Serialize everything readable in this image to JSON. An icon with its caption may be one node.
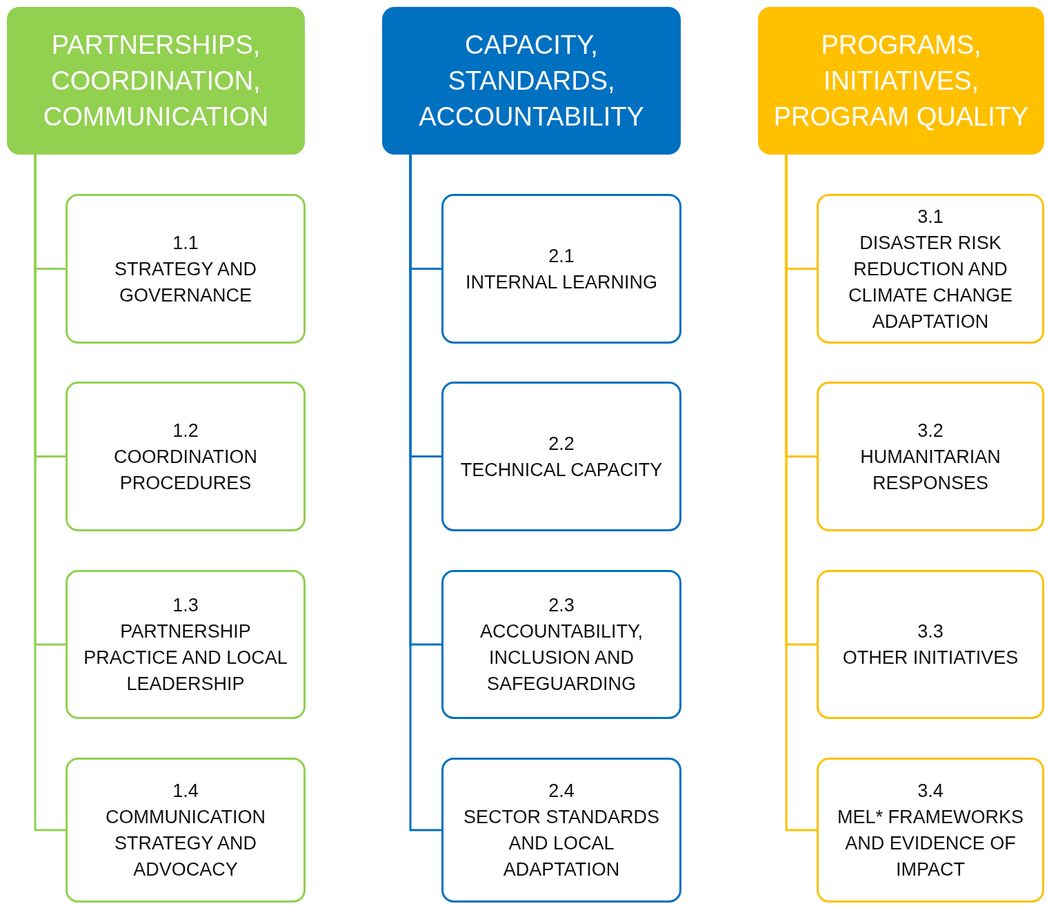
{
  "diagram": {
    "nodes": [
      {
        "text": [
          "PARTNERSHIPS, COORDINATION, COMMUNICATION"
        ]
      },
      {
        "text": [
          "1.1",
          "STRATEGY AND GOVERNANCE"
        ]
      },
      {
        "text": [
          "1.2",
          "COORDINATION PROCEDURES"
        ]
      },
      {
        "text": [
          "1.3",
          "PARTNERSHIP PRACTICE AND LOCAL LEADERSHIP"
        ]
      },
      {
        "text": [
          "1.4",
          "COMMUNICATION STRATEGY AND ADVOCACY"
        ]
      },
      {
        "text": [
          "CAPACITY, STANDARDS, ACCOUNTABILITY"
        ]
      },
      {
        "text": [
          "2.1",
          "INTERNAL LEARNING"
        ]
      },
      {
        "text": [
          "2.2",
          "TECHNICAL CAPACITY"
        ]
      },
      {
        "text": [
          "2.3",
          "ACCOUNTABILITY, INCLUSION AND SAFEGUARDING"
        ]
      },
      {
        "text": [
          "2.4",
          "SECTOR STANDARDS AND LOCAL ADAPTATION"
        ]
      },
      {
        "text": [
          "PROGRAMS, INITIATIVES, PROGRAM QUALITY"
        ]
      },
      {
        "text": [
          "3.1",
          "DISASTER RISK REDUCTION AND CLIMATE CHANGE ADAPTATION"
        ]
      },
      {
        "text": [
          "3.2",
          "HUMANITARIAN RESPONSES"
        ]
      },
      {
        "text": [
          "3.3",
          "OTHER INITIATIVES"
        ]
      },
      {
        "text": [
          "3.4",
          "MEL* FRAMEWORKS AND EVIDENCE OF IMPACT"
        ]
      }
    ],
    "edges": [
      {
        "from": 0,
        "to": 1,
        "arrow": "none"
      },
      {
        "from": 0,
        "to": 2,
        "arrow": "none"
      },
      {
        "from": 0,
        "to": 3,
        "arrow": "none"
      },
      {
        "from": 0,
        "to": 4,
        "arrow": "none"
      },
      {
        "from": 5,
        "to": 6,
        "arrow": "none",
        "color": "#0070c0"
      },
      {
        "from": 5,
        "to": 7,
        "arrow": "none",
        "color": "#0070c0"
      },
      {
        "from": 5,
        "to": 8,
        "arrow": "none",
        "color": "#0070c0"
      },
      {
        "from": 5,
        "to": 9,
        "arrow": "none",
        "color": "#0070c0"
      },
      {
        "from": 10,
        "to": 11,
        "arrow": "none",
        "color": "#ffc000"
      },
      {
        "from": 10,
        "to": 12,
        "arrow": "none",
        "color": "#ffc000"
      },
      {
        "from": 10,
        "to": 13,
        "arrow": "none",
        "color": "#ffc000"
      },
      {
        "from": 10,
        "to": 14,
        "arrow": "none",
        "color": "#ffc000"
      }
    ]
  }
}
